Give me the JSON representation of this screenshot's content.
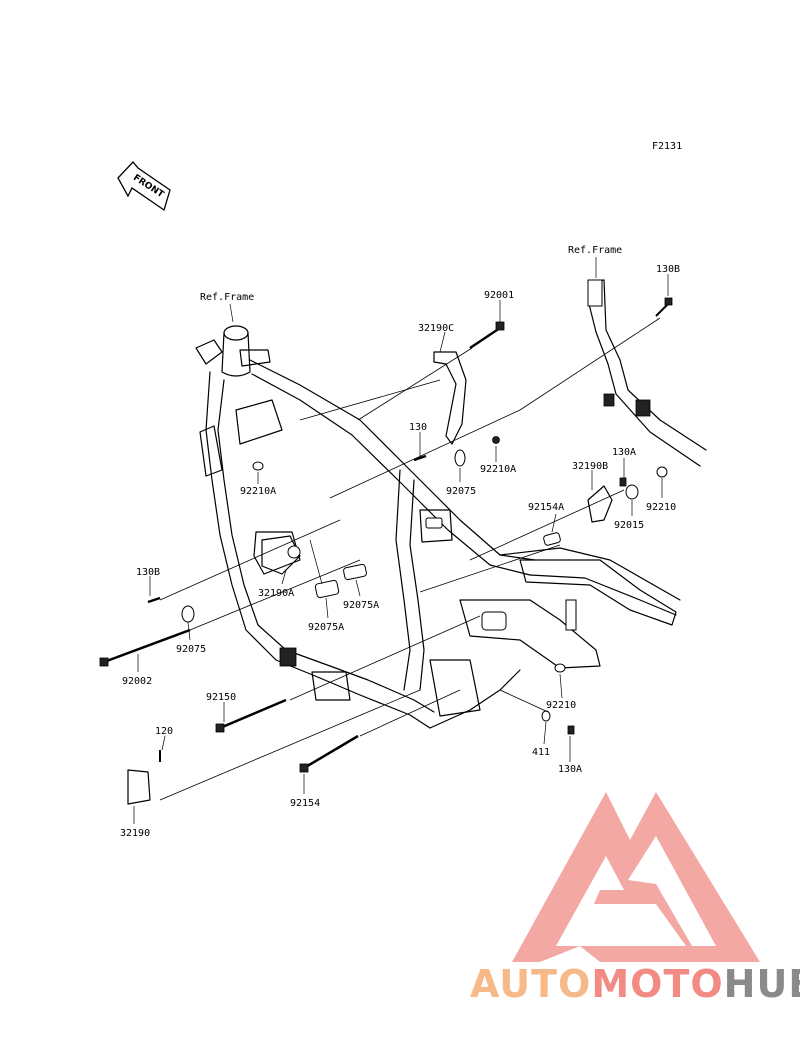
{
  "figure_code": "F2131",
  "front_arrow_label": "FRONT",
  "ref_labels": [
    "Ref.Frame",
    "Ref.Frame"
  ],
  "part_labels": {
    "p92001": "92001",
    "p32190C": "32190C",
    "p130B_top": "130B",
    "p130_mid": "130",
    "p92210A_right": "92210A",
    "p92210A_left": "92210A",
    "p92075_mid": "92075",
    "p130A_top": "130A",
    "p32190B": "32190B",
    "p92210_top": "92210",
    "p92154A": "92154A",
    "p92015": "92015",
    "p130B_left": "130B",
    "p32190A": "32190A",
    "p92075A_right": "92075A",
    "p92075A_left": "92075A",
    "p92075_left": "92075",
    "p92002": "92002",
    "p92150": "92150",
    "p92210_bottom": "92210",
    "p120": "120",
    "p411": "411",
    "p130A_bottom": "130A",
    "p92154": "92154",
    "p32190": "32190"
  },
  "watermark": {
    "part1": "AUTO",
    "part2": "MOTO",
    "part3": "HUB",
    "colors": {
      "auto": "#f6b98a",
      "moto": "#f28b84",
      "hub": "#8a8a8a",
      "logo": "#f19a94"
    }
  }
}
